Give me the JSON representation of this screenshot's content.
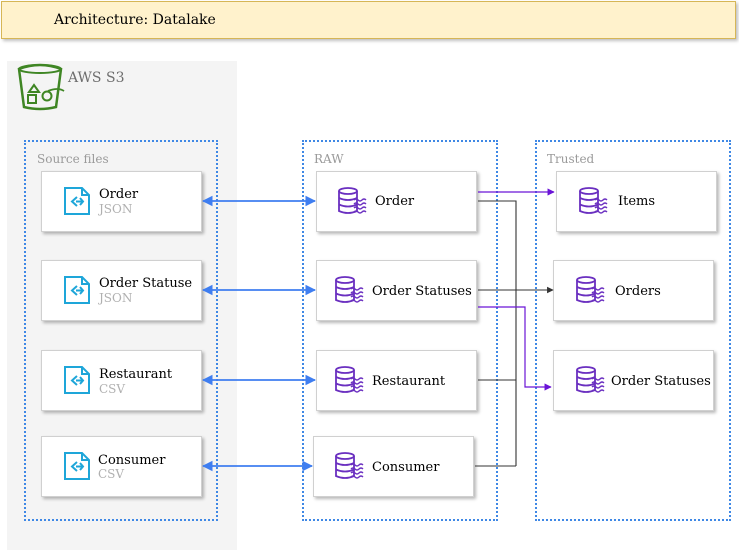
{
  "banner": {
    "title": "Architecture: Datalake"
  },
  "s3": {
    "label": "AWS S3"
  },
  "groups": {
    "source": "Source files",
    "raw": "RAW",
    "trusted": "Trusted"
  },
  "source_files": [
    {
      "name": "Order",
      "format": "JSON"
    },
    {
      "name": "Order Statuse",
      "format": "JSON"
    },
    {
      "name": "Restaurant",
      "format": "CSV"
    },
    {
      "name": "Consumer",
      "format": "CSV"
    }
  ],
  "raw_tables": [
    "Order",
    "Order Statuses",
    "Restaurant",
    "Consumer"
  ],
  "trusted_tables": [
    "Items",
    "Orders",
    "Order Statuses"
  ],
  "colors": {
    "banner_fill": "#fff2cc",
    "group_border": "#3f88e5",
    "bidirectional_link": "#3f7ef0",
    "purple_link": "#6a14d6",
    "dark_link": "#333333",
    "file_icon": "#1ea6d9",
    "db_icon": "#6a2fc0",
    "s3_icon": "#3f8624"
  },
  "icons": {
    "s3": "s3-bucket-icon",
    "file": "data-transfer-file-icon",
    "database": "database-table-icon"
  }
}
